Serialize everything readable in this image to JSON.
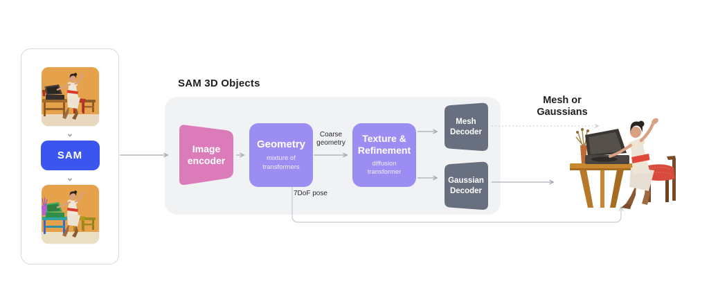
{
  "input_panel": {
    "sam_label": "SAM"
  },
  "icons": {
    "chevron_down": "⌄"
  },
  "pipeline": {
    "title": "SAM 3D Objects",
    "image_encoder_label": "Image encoder",
    "geometry": {
      "title": "Geometry",
      "subtitle": "mixture of transformers"
    },
    "texture": {
      "title": "Texture & Refinement",
      "subtitle": "diffusion transformer"
    },
    "labels": {
      "coarse_geometry": "Coarse geometry",
      "pose": "7DoF pose"
    },
    "mesh_decoder_label": "Mesh Decoder",
    "gaussian_decoder_label": "Gaussian Decoder"
  },
  "output": {
    "label": "Mesh or Gaussians"
  },
  "colors": {
    "accent_blue": "#3B56EE",
    "accent_pink": "#DB7BBA",
    "accent_purple": "#9C8DF2",
    "slate": "#68707F",
    "panel_bg": "#F1F2F4",
    "line": "#A6ACB5",
    "line_light": "#C5CAD1",
    "ink": "#1C1E21"
  }
}
